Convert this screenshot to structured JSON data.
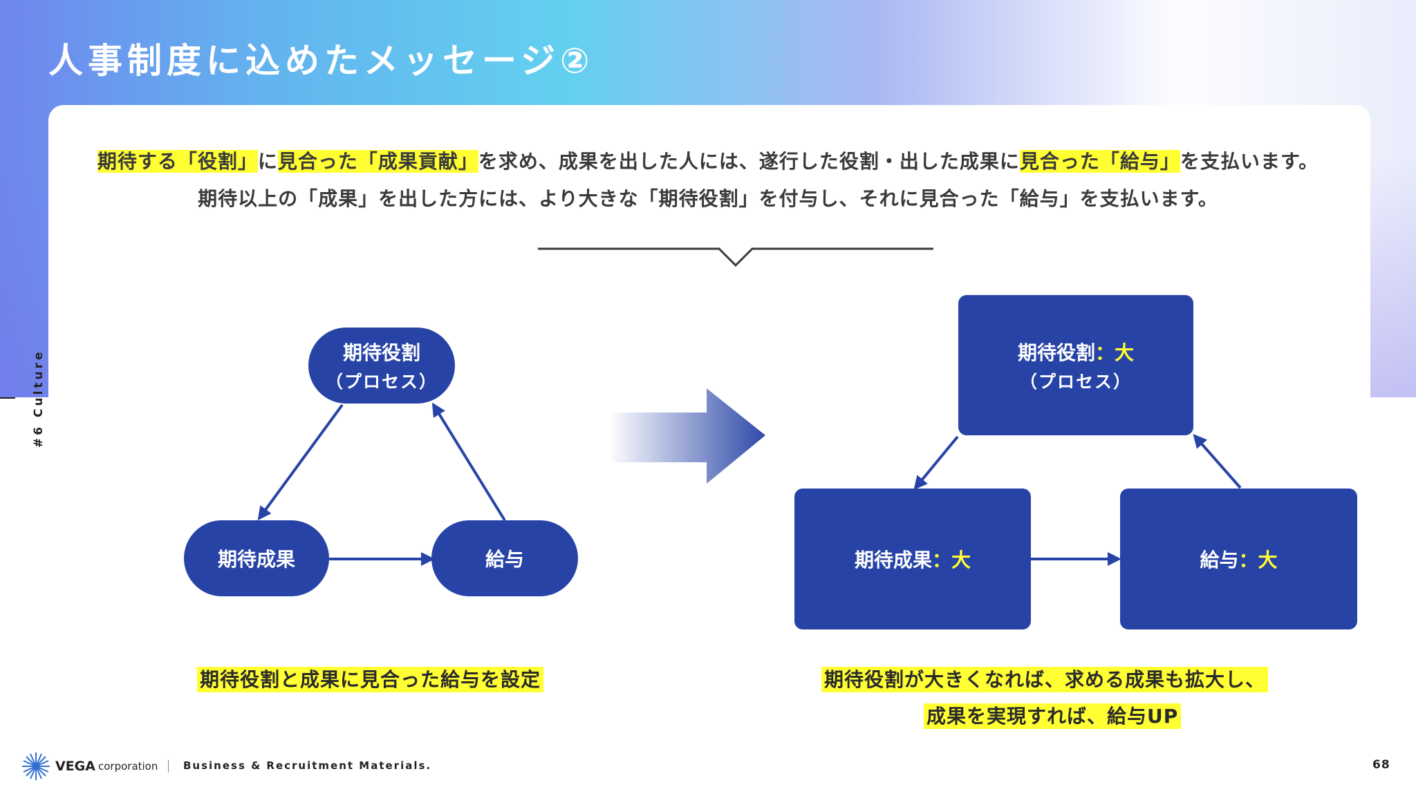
{
  "title": "人事制度に込めたメッセージ②",
  "side_label": "#6 Culture",
  "intro": {
    "line1": [
      {
        "text": "期待する「役割」",
        "hl": true
      },
      {
        "text": "に",
        "hl": false
      },
      {
        "text": "見合った「成果貢献」",
        "hl": true
      },
      {
        "text": "を求め、成果を出した人には、遂行した役割・出した成果に",
        "hl": false
      },
      {
        "text": "見合った「給与」",
        "hl": true
      },
      {
        "text": "を支払います。",
        "hl": false
      }
    ],
    "line2": "期待以上の「成果」を出した方には、より大きな「期待役割」を付与し、それに見合った「給与」を支払います。"
  },
  "left_diagram": {
    "role": {
      "label": "期待役割",
      "sub": "（プロセス）"
    },
    "result": {
      "label": "期待成果"
    },
    "salary": {
      "label": "給与"
    },
    "caption": "期待役割と成果に見合った給与を設定"
  },
  "right_diagram": {
    "role": {
      "label": "期待役割",
      "suffix": "：大",
      "sub": "（プロセス）"
    },
    "result": {
      "label": "期待成果",
      "suffix": "：大"
    },
    "salary": {
      "label": "給与",
      "suffix": "：大"
    },
    "caption_line1": "期待役割が大きくなれば、求める成果も拡大し、",
    "caption_line2": "成果を実現すれば、給与UP"
  },
  "footer": {
    "logo": "VEGA",
    "logo_suffix": "corporation",
    "materials": "Business & Recruitment Materials.",
    "page": "68"
  },
  "colors": {
    "node": "#2743a6",
    "highlight": "#ffff33",
    "arrow": "#2743a6"
  },
  "icons": {
    "logo": "star-burst-icon",
    "chevron": "chevron-down-icon",
    "flow_arrow": "arrow-right-icon"
  }
}
